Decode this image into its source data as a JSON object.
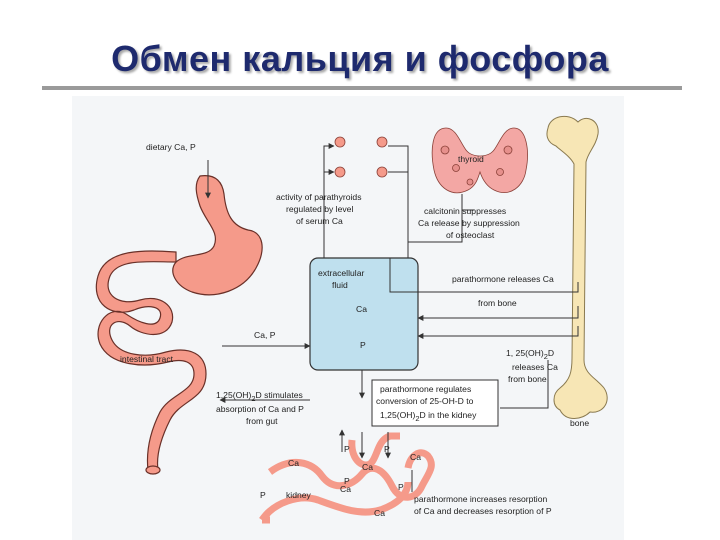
{
  "slide": {
    "title": "Обмен кальция и фосфора"
  },
  "diagram": {
    "labels": {
      "dietary": "dietary Ca, P",
      "parathyroid_1": "activity of parathyroids",
      "parathyroid_2": "regulated by level",
      "parathyroid_3": "of serum Ca",
      "thyroid": "thyroid",
      "calcitonin_1": "calcitonin suppresses",
      "calcitonin_2": "Ca release by suppression",
      "calcitonin_3": "of osteoclast",
      "ecf_1": "extracellular",
      "ecf_2": "fluid",
      "ecf_ca": "Ca",
      "ecf_p": "P",
      "pth_releases": "parathormone releases Ca",
      "from_bone_1": "from bone",
      "gut_ca_p": "Ca, P",
      "intestinal": "intestinal tract",
      "vitd_gut_1": "1,25(OH)",
      "vitd_gut_sub": "2",
      "vitd_gut_2": "D stimulates",
      "vitd_gut_3": "absorption of Ca and P",
      "vitd_gut_4": "from gut",
      "vitd_bone_1": "1, 25(OH)",
      "vitd_bone_sub": "2",
      "vitd_bone_2": "D",
      "vitd_bone_3": "releases Ca",
      "vitd_bone_4": "from bone",
      "pth_conv_1": "parathormone regulates",
      "pth_conv_2": "conversion of 25-OH-D to",
      "pth_conv_3": "1,25(OH)",
      "pth_conv_sub": "2",
      "pth_conv_4": "D in the kidney",
      "bone": "bone",
      "kidney": "kidney",
      "pth_kidney_1": "parathormone increases resorption",
      "pth_kidney_2": "of Ca and decreases resorption of P",
      "k_p1": "P",
      "k_p2": "P",
      "k_ca1": "Ca",
      "k_ca2": "Ca",
      "k_ca3": "Ca",
      "k_ca4": "Ca",
      "k_p3": "P",
      "k_p4": "P",
      "k_ca5": "Ca",
      "k_p5": "P"
    },
    "colors": {
      "organ_fill": "#f59a8a",
      "organ_stroke": "#6a3028",
      "thyroid_fill": "#f3a7a4",
      "bone_fill": "#f7e6b5",
      "ecf_fill": "#bfe0ee",
      "panel_bg": "#f4f6f8",
      "arrow": "#333333",
      "title": "#1e2a6e"
    }
  }
}
